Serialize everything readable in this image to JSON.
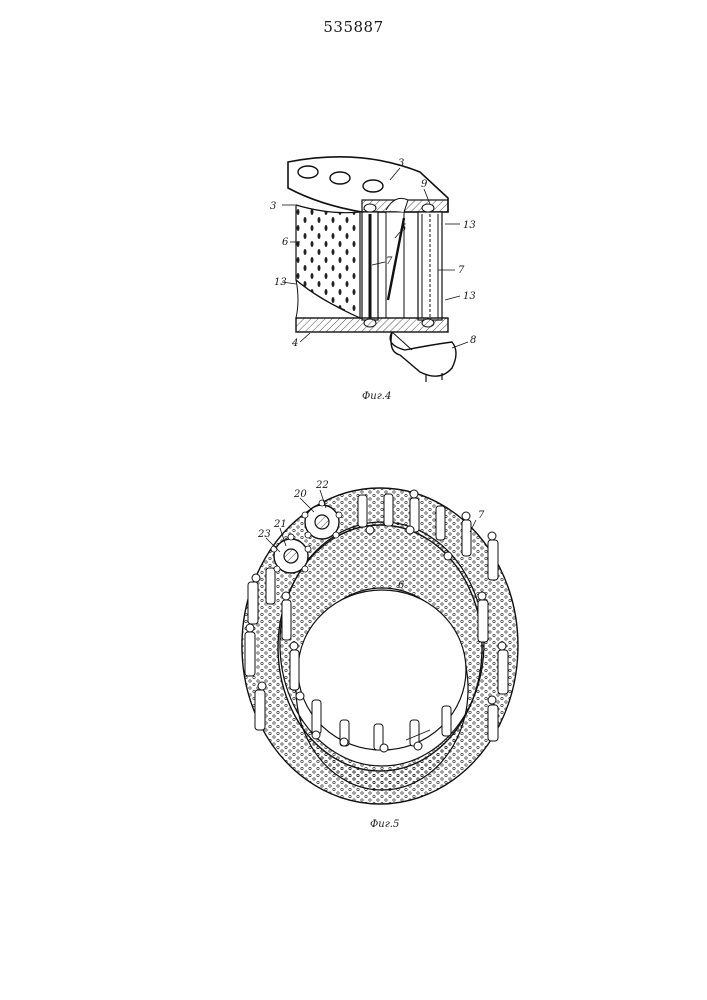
{
  "document": {
    "patent_number": "535887"
  },
  "figure4": {
    "caption": "Фиг.4",
    "labels": {
      "l3_top": "3",
      "l9": "9",
      "l3_left": "3",
      "l13_right_top": "13",
      "l6": "6",
      "l5": "5",
      "l7_center": "7",
      "l7_right": "7",
      "l13_left": "13",
      "l13_right_bottom": "13",
      "l4": "4",
      "l8": "8"
    }
  },
  "figure5": {
    "caption": "Фиг.5",
    "labels": {
      "l22": "22",
      "l20": "20",
      "l7": "7",
      "l21": "21",
      "l23": "23",
      "l6": "6"
    }
  }
}
